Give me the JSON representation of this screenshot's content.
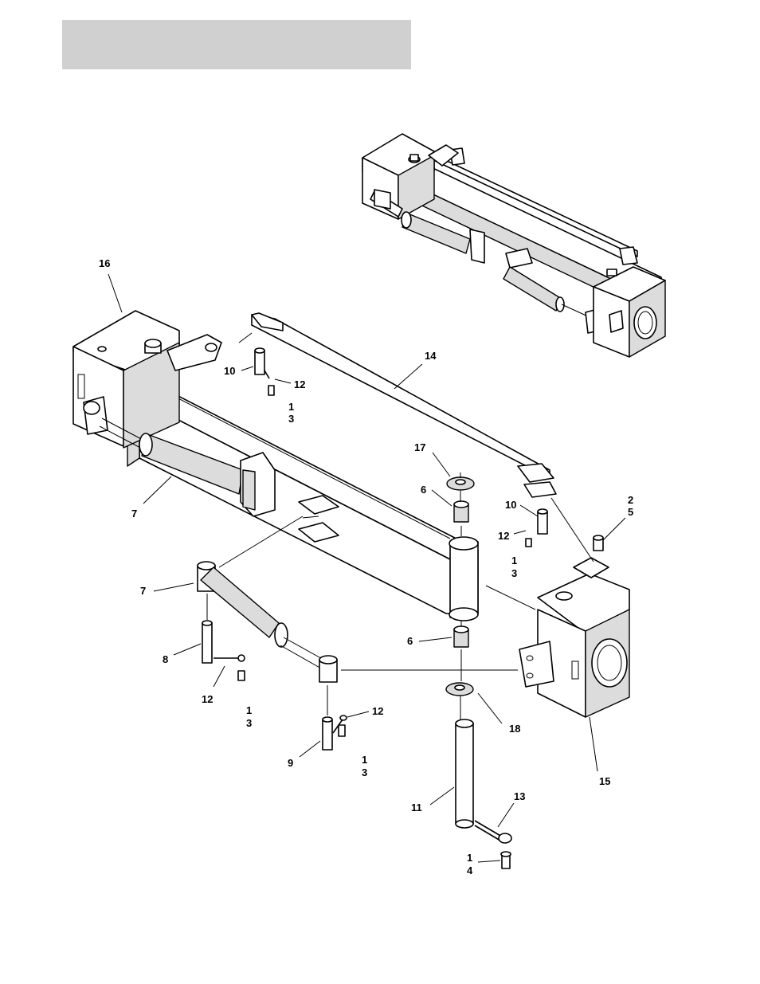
{
  "header": {
    "title": ""
  },
  "callouts": {
    "c16": "16",
    "c14": "14",
    "c10a": "10",
    "c12a": "12",
    "c1a": "1",
    "c3a": "3",
    "c17": "17",
    "c6a": "6",
    "c10b": "10",
    "c12b": "12",
    "c1b": "1",
    "c3b": "3",
    "c2": "2",
    "c5": "5",
    "c7a": "7",
    "c7b": "7",
    "c8": "8",
    "c12c": "12",
    "c1c": "1",
    "c3c": "3",
    "c6b": "6",
    "c9": "9",
    "c12d": "12",
    "c1d": "1",
    "c3d": "3",
    "c18": "18",
    "c15": "15",
    "c11": "11",
    "c13": "13",
    "c1e": "1",
    "c4": "4"
  }
}
